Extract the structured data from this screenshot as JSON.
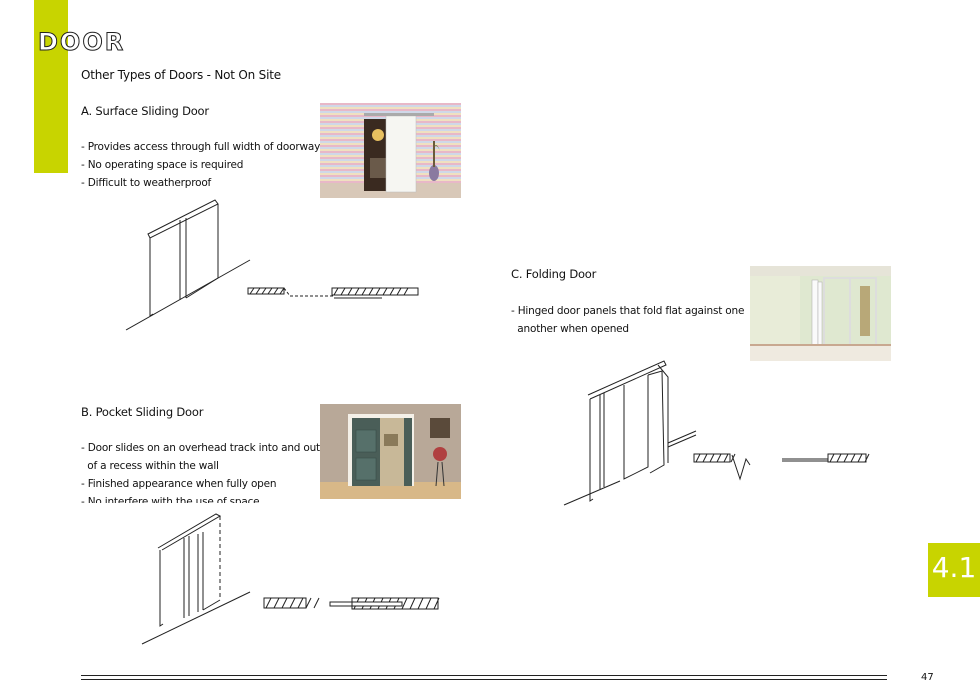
{
  "header": {
    "title_first": "D",
    "title_rest": "OOR",
    "subtitle": "Other Types of Doors - Not On Site"
  },
  "section_a": {
    "heading": "A. Surface Sliding Door",
    "bullets": [
      "- Provides access through full width of doorway",
      "- No operating space is required",
      "- Difficult to weatherproof"
    ]
  },
  "section_b": {
    "heading": "B. Pocket Sliding Door",
    "bullets": [
      "- Door slides on an overhead track into and out",
      "  of a recess within the wall",
      "- Finished appearance when fully open",
      "- No interfere with the use of space"
    ]
  },
  "section_c": {
    "heading": "C. Folding Door",
    "bullets": [
      "- Hinged door panels that fold flat against one",
      "  another when opened"
    ]
  },
  "badge": {
    "label": "4.1"
  },
  "footer": {
    "page_number": "47"
  },
  "colors": {
    "accent": "#c8d400",
    "line": "#222222"
  }
}
